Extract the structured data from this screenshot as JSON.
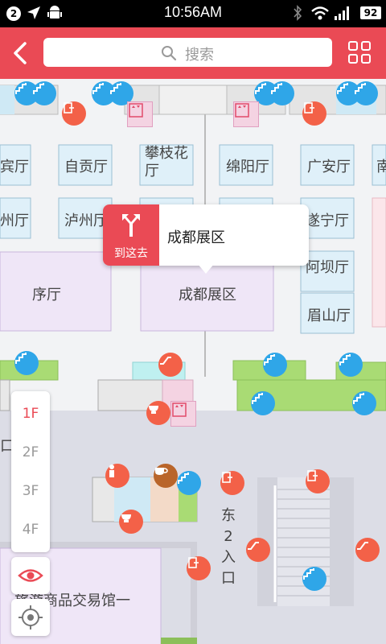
{
  "status_bar": {
    "notification_count": "2",
    "time": "10:56AM",
    "battery": "92"
  },
  "header": {
    "search_placeholder": "搜索"
  },
  "map": {
    "rooms": [
      "宾厅",
      "自贡厅",
      "攀枝花\n厅",
      "绵阳厅",
      "广安厅",
      "南",
      "州厅",
      "泸州厅",
      "遂宁厅",
      "阿坝厅",
      "序厅",
      "成都展区",
      "眉山厅",
      "东\n2\n入\n口",
      "旅游商品交易馆一",
      "口"
    ]
  },
  "popup": {
    "go_label": "到这去",
    "place_name": "成都展区"
  },
  "floors": [
    "1F",
    "2F",
    "3F",
    "4F"
  ],
  "active_floor": "1F",
  "colors": {
    "accent": "#ea4a55",
    "stair_blue": "#2fa6e8",
    "poi_red": "#f36148"
  }
}
